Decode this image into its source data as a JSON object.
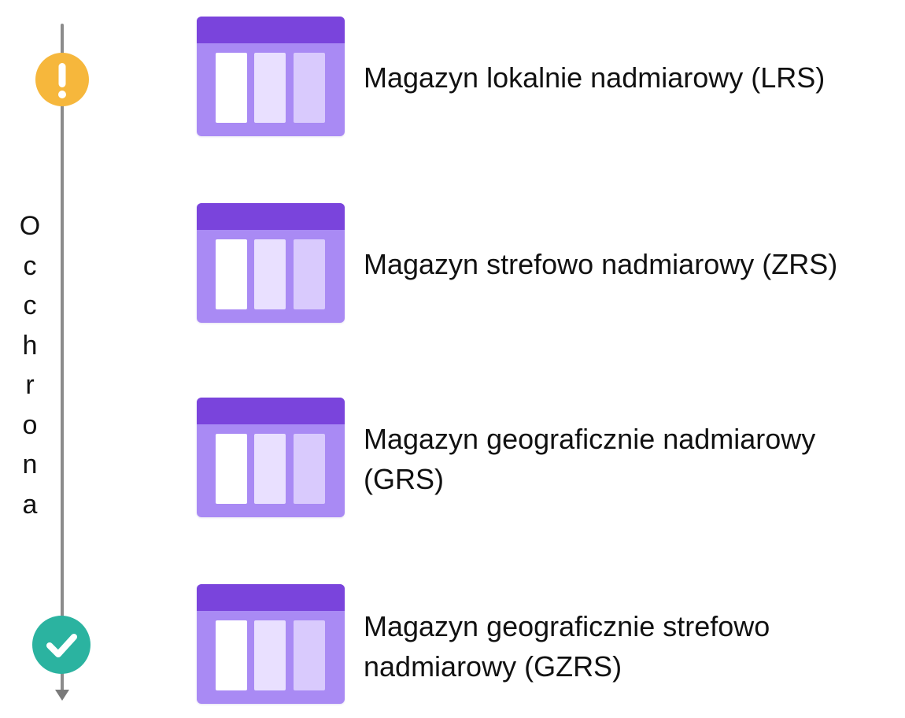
{
  "diagram": {
    "axis_label_letters": [
      "O",
      "c",
      "c",
      "h",
      "r",
      "o",
      "n",
      "a"
    ],
    "top_badge_icon": "exclamation-icon",
    "bottom_badge_icon": "check-icon",
    "colors": {
      "axis": "#8c8c8c",
      "warning": "#f6b73c",
      "success": "#2bb3a0",
      "storage_header": "#7a44dc",
      "storage_body": "#a98af4"
    },
    "tiers": [
      {
        "icon": "storage-table-icon",
        "line1": "Magazyn lokalnie nadmiarowy (LRS)",
        "line2": ""
      },
      {
        "icon": "storage-table-icon",
        "line1": "Magazyn strefowo nadmiarowy (ZRS)",
        "line2": ""
      },
      {
        "icon": "storage-table-icon",
        "line1": "Magazyn geograficznie nadmiarowy",
        "line2": "(GRS)"
      },
      {
        "icon": "storage-table-icon",
        "line1": "Magazyn geograficznie strefowo",
        "line2": "nadmiarowy (GZRS)"
      }
    ]
  }
}
